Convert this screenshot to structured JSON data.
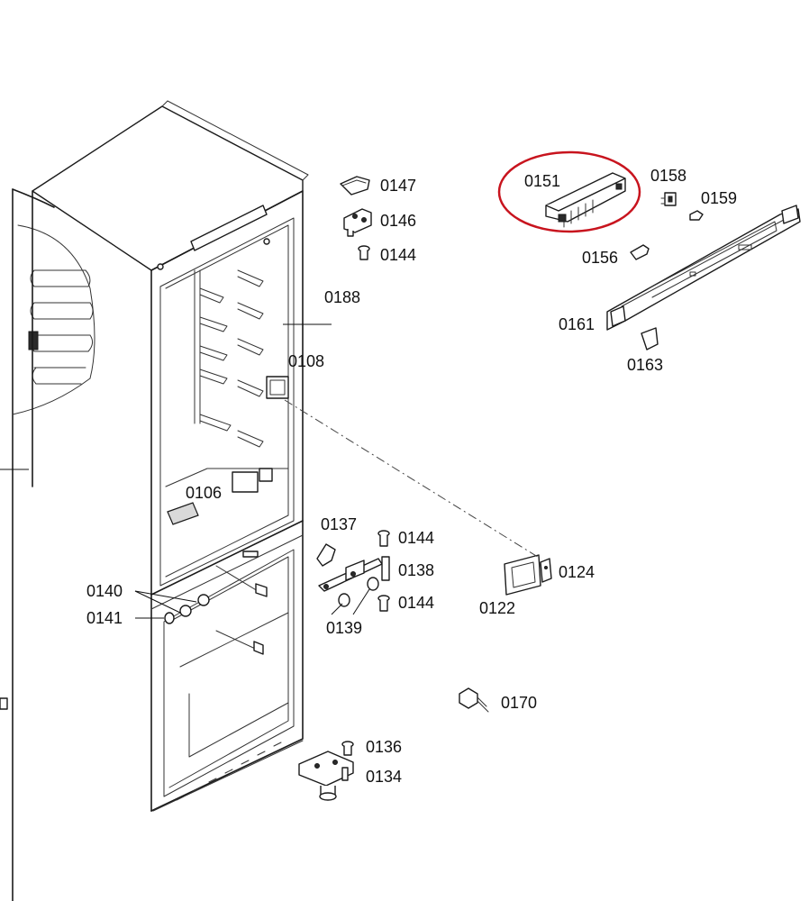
{
  "highlight_color": "#c8141e",
  "highlighted_part": "0151",
  "labels": {
    "p0147": "0147",
    "p0146": "0146",
    "p0144a": "0144",
    "p0188": "0188",
    "p0108": "0108",
    "p0106": "0106",
    "p0151": "0151",
    "p0158": "0158",
    "p0159": "0159",
    "p0156": "0156",
    "p0161": "0161",
    "p0163": "0163",
    "p0137": "0137",
    "p0144b": "0144",
    "p0138": "0138",
    "p0144c": "0144",
    "p0139": "0139",
    "p0140": "0140",
    "p0141": "0141",
    "p0124": "0124",
    "p0122": "0122",
    "p0170": "0170",
    "p0136": "0136",
    "p0134": "0134"
  }
}
